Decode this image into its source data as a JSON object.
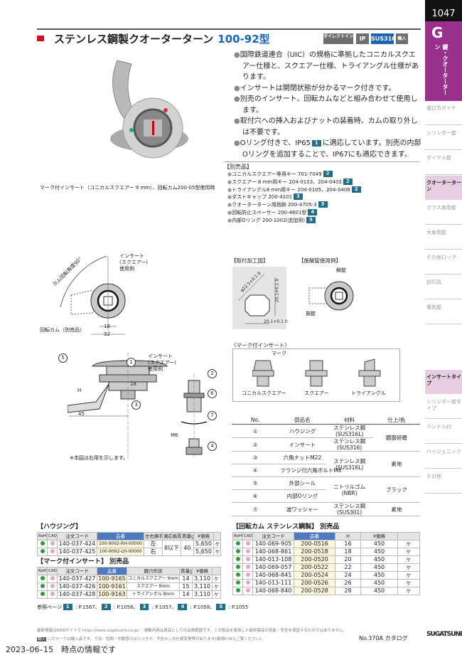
{
  "page_number": "1047",
  "category": {
    "letter": "G",
    "name": "鍵・クオーターターン"
  },
  "sidebar": [
    {
      "label": "選び方ガイド",
      "active": false
    },
    {
      "label": "シリンダー錠",
      "active": false
    },
    {
      "label": "ダイヤル錠",
      "active": false
    },
    {
      "label": "クオーターターン",
      "active": true
    },
    {
      "label": "ガラス扉用錠",
      "active": false
    },
    {
      "label": "木扉用錠",
      "active": false
    },
    {
      "label": "その他ロック",
      "active": false
    },
    {
      "label": "封印具",
      "active": false
    },
    {
      "label": "電気錠",
      "active": false
    }
  ],
  "sidebar2": [
    {
      "label": "インサートタイプ",
      "active": true
    },
    {
      "label": "シリンダー錠タイプ",
      "active": false
    },
    {
      "label": "ハンドル付",
      "active": false
    },
    {
      "label": "ハイジェニック",
      "active": false
    },
    {
      "label": "その他",
      "active": false
    }
  ],
  "header": {
    "title": "ステンレス鋼製クオーターターン",
    "model": "100-92型",
    "badges": [
      "ダイレクトイン",
      "IP",
      "SUS316",
      "輸入"
    ],
    "colors": {
      "accent": "#1d64b4",
      "category": "#9b2f8e",
      "sus": "#1d64b4"
    }
  },
  "features": [
    "国際鉄道連合（UIC）の規格に準拠したコニカルスクエアー仕様と、スクエアー仕様、トライアングル仕様があります。",
    "インサートは開閉状態が分かるマーク付きです。",
    "別売のインサート、回転カムなどと組み合わせて使用します。",
    "取付穴への挿入およびナットの装着時、カムの取り外しは不要です。",
    {
      "before": "Oリング付きで、IP65",
      "ref": "1",
      "after": "に適応しています。別売の内部Oリングを追加することで、IP67にも適応できます。"
    }
  ],
  "options": {
    "title": "【別売品】",
    "items": [
      {
        "text": "コニカルスクエアー専用キー 701-7049",
        "ref": "2"
      },
      {
        "text": "スクエアー 8 mm用キー 204-0103、204-0403",
        "ref": "2"
      },
      {
        "text": "トライアングル8 mm用キー 204-0105、204-0406",
        "ref": "2"
      },
      {
        "text": "ダストキャップ 200-4101",
        "ref": "3"
      },
      {
        "text": "クオーターターン用指跡 200-4705-3",
        "ref": "3"
      },
      {
        "text": "回転防止スペーサー 200-4601型",
        "ref": "4"
      },
      {
        "text": "内部Oリング 200-1002(追加用)",
        "ref": "5"
      }
    ]
  },
  "photo_caption": "マーク付インサート（コニカルスクエアー 9 mm）、回転カム200-05型使用時",
  "drawing1": {
    "angle": "カム回転角度90°",
    "insert": "インサート\n(スクエアー)\n使用例",
    "cam": "回転カム（別売品）",
    "dim1": "18",
    "dim2": "32"
  },
  "drawing2": {
    "insert": "インサート\n(スクエアー)\n使用例",
    "dim_w": "45",
    "dim_h": "18",
    "h": "H",
    "m6": "M6",
    "note": "※本図は右用を示します。",
    "callouts": [
      "1",
      "2",
      "3",
      "4",
      "5",
      "6",
      "7"
    ]
  },
  "mount": {
    "title": "【取付加工図】",
    "dia": "φ22.5+0.1 0",
    "w": "20.1+0.1 0",
    "h": "20.1+0.1 0"
  },
  "lockuse": {
    "title": "【施解錠使用例】",
    "unlock": "解錠",
    "lock": "施錠"
  },
  "marked_insert": {
    "title": "〈マーク付インサート〉",
    "mark": "マーク",
    "types": [
      "コニカルスクエアー",
      "スクエアー",
      "トライアングル"
    ]
  },
  "parts": {
    "headers": [
      "No.",
      "部品名",
      "材料",
      "仕上/色"
    ],
    "rows": [
      [
        "①",
        "ハウジング",
        "ステンレス鋼\n(SUS316L)",
        "鏡面研磨"
      ],
      [
        "②",
        "インサート",
        "ステンレス鋼\n(SUS316)",
        ""
      ],
      [
        "③",
        "六角ナットM22",
        "ステンレス鋼\n(SUS316L)",
        "素地"
      ],
      [
        "④",
        "フランジ付六角ボルトM6",
        "",
        ""
      ],
      [
        "⑤",
        "外部シール",
        "ニトリルゴム\n(NBR)",
        "ブラック"
      ],
      [
        "⑥",
        "内部Oリング",
        "",
        ""
      ],
      [
        "⑦",
        "波ワッシャー",
        "ステンレス鋼\n(SUS301)",
        "素地"
      ]
    ]
  },
  "housing": {
    "title": "【ハウジング】",
    "headers": [
      "RoHS",
      "CAD",
      "注文コード",
      "品番",
      "左右勝手",
      "適応板厚",
      "質量g",
      "¥価格",
      ""
    ],
    "rows": [
      [
        "140-037-424",
        "100-9092-RH-00000",
        "左",
        "8以下",
        "40",
        "5,650",
        "ヶ"
      ],
      [
        "140-037-425",
        "100-9092-LH-00000",
        "右",
        "",
        "",
        "5,650",
        "ヶ"
      ]
    ]
  },
  "insert_table": {
    "title": "【マーク付インサート】 別売品",
    "headers": [
      "RoHS",
      "CAD",
      "注文コード",
      "品番",
      "鍵穴形状",
      "質量g",
      "¥価格",
      ""
    ],
    "rows": [
      [
        "140-037-427",
        "100-9165",
        "コニカルスクエアー 9mm",
        "14",
        "3,110",
        "ヶ"
      ],
      [
        "140-037-426",
        "100-9161",
        "スクエアー 8mm",
        "15",
        "3,110",
        "ヶ"
      ],
      [
        "140-037-428",
        "100-9163",
        "トライアングル 8mm",
        "14",
        "3,110",
        "ヶ"
      ]
    ]
  },
  "cam_table": {
    "title": "【回転カム ステンレス鋼製】 別売品",
    "headers": [
      "RoHS",
      "CAD",
      "注文コード",
      "品番",
      "H",
      "¥価格",
      ""
    ],
    "rows": [
      [
        "140-069-905",
        "200-0516",
        "16",
        "450",
        "ヶ"
      ],
      [
        "140-068-861",
        "200-0518",
        "18",
        "450",
        "ヶ"
      ],
      [
        "140-013-108",
        "200-0520",
        "20",
        "450",
        "ヶ"
      ],
      [
        "140-069-057",
        "200-0522",
        "22",
        "450",
        "ヶ"
      ],
      [
        "140-068-841",
        "200-0524",
        "24",
        "450",
        "ヶ"
      ],
      [
        "140-013-111",
        "200-0526",
        "26",
        "450",
        "ヶ"
      ],
      [
        "140-068-840",
        "200-0528",
        "28",
        "450",
        "ヶ"
      ]
    ]
  },
  "ref_pages": {
    "label": "参照ページ",
    "items": [
      {
        "ref": "1",
        "page": "P.1567"
      },
      {
        "ref": "2",
        "page": "P.1056"
      },
      {
        "ref": "3",
        "page": "P.1057"
      },
      {
        "ref": "4",
        "page": "P.1058"
      },
      {
        "ref": "5",
        "page": "P.1055"
      }
    ]
  },
  "footer": {
    "line1": "最新情報はWEBサイトで https://www.sugatsuno.co.jp/　 掲載内容は原品としての品質範囲です。この製品を使用した最終製品の性能・安全を保証するものではありません。",
    "import_badge": "輸入",
    "line2": "このマークは輸入品です。寸法・色調・作動感のばらつきや、予告なしの仕様変更等があります(巻頭P.34もご覧ください)。",
    "catalog": "No.370A カタログ",
    "logo": "SUGATSUNE",
    "date": "2023–06–15　時点の情報です"
  }
}
